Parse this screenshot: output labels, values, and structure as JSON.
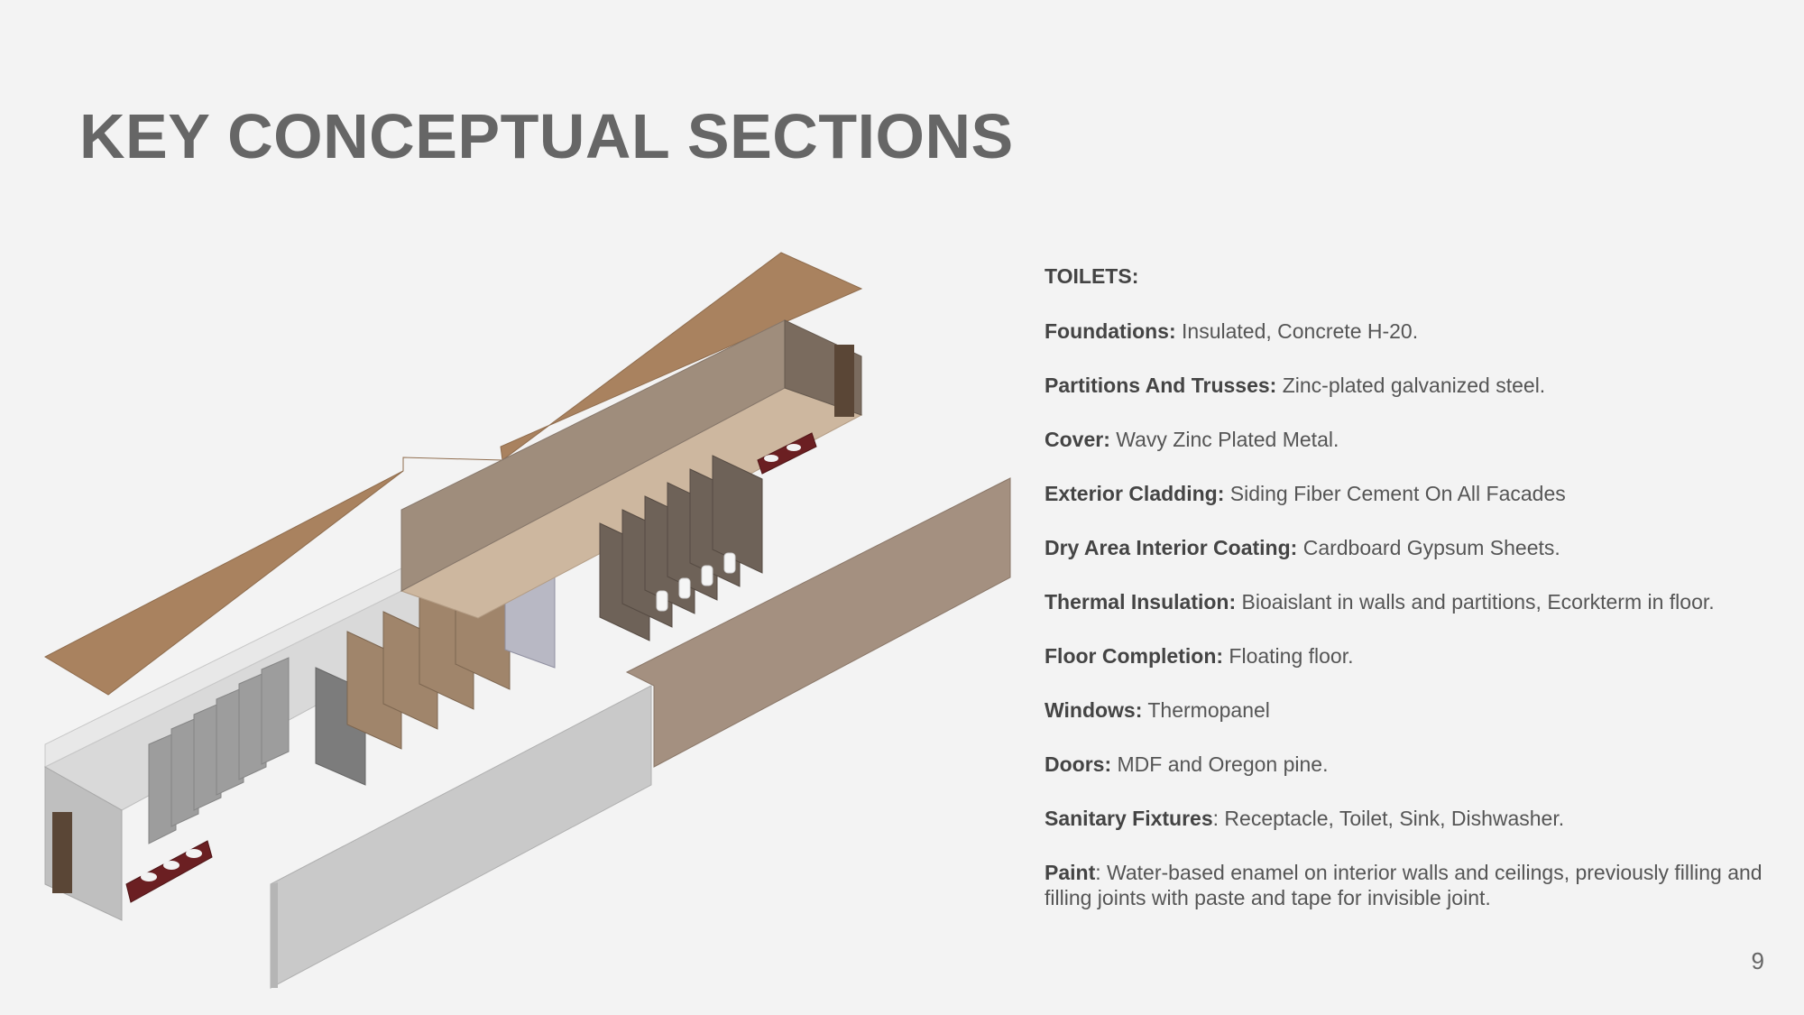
{
  "slide": {
    "title": "KEY CONCEPTUAL SECTIONS",
    "page_number": "9"
  },
  "specs": {
    "heading": "TOILETS:",
    "items": [
      {
        "label": "Foundations:",
        "value": " Insulated, Concrete H-20."
      },
      {
        "label": "Partitions And Trusses:",
        "value": " Zinc-plated galvanized steel."
      },
      {
        "label": "Cover:",
        "value": " Wavy Zinc Plated Metal."
      },
      {
        "label": "Exterior Cladding:",
        "value": " Siding Fiber Cement On All Facades"
      },
      {
        "label": "Dry Area Interior Coating:",
        "value": " Cardboard Gypsum Sheets."
      },
      {
        "label": "Thermal Insulation:",
        "value": " Bioaislant in walls and partitions, Ecorkterm in floor."
      },
      {
        "label": "Floor Completion:",
        "value": " Floating floor."
      },
      {
        "label": "Windows:",
        "value": " Thermopanel"
      },
      {
        "label": "Doors:",
        "value": " MDF and Oregon pine."
      },
      {
        "label": "Sanitary Fixtures",
        "value": ": Receptacle, Toilet, Sink, Dishwasher."
      },
      {
        "label": "Paint",
        "value": ": Water-based enamel on interior walls and ceilings, previously  filling and filling joints with paste and tape for invisible joint."
      }
    ]
  },
  "colors": {
    "background": "#f3f3f3",
    "title": "#666666",
    "roof": "#a9825f",
    "interior_wall": "#9f8d7c",
    "stall": "#6e6258",
    "light_wall": "#c9c9c9",
    "floor": "#cdb79f"
  }
}
